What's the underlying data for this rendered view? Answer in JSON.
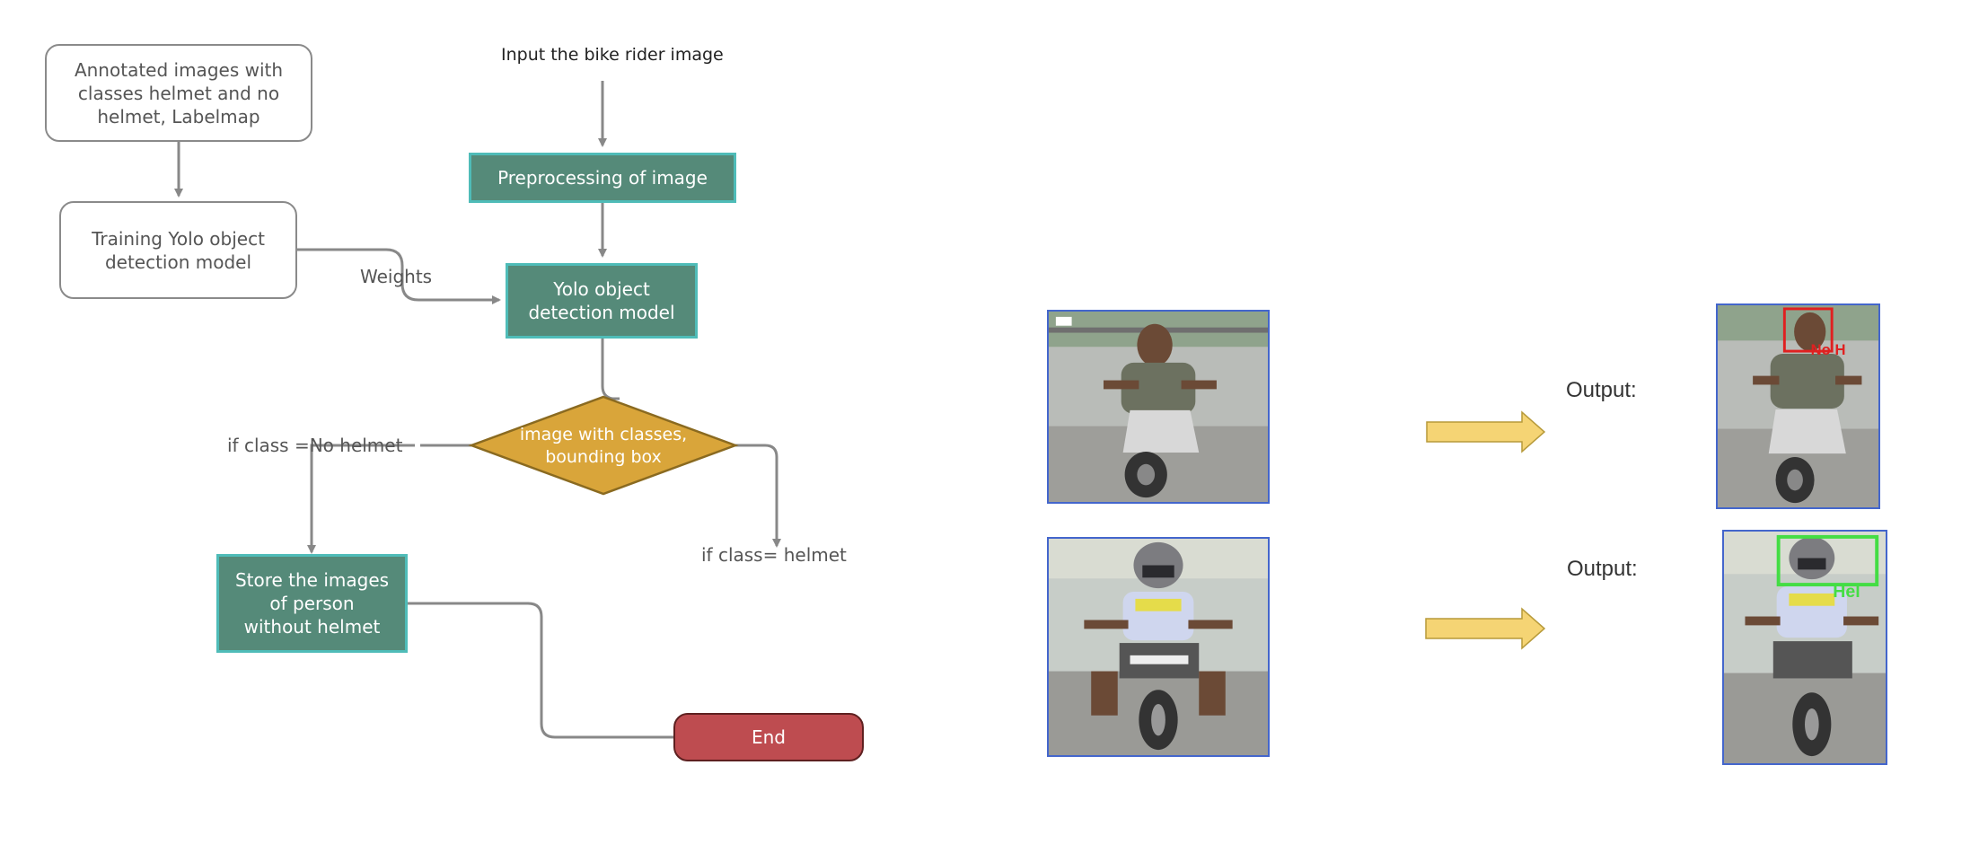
{
  "flowchart": {
    "input_label": "Input the bike rider image",
    "annotated_box": [
      "Annotated images with",
      "classes helmet and no",
      "helmet, Labelmap"
    ],
    "training_box": [
      "Training Yolo object",
      "detection model"
    ],
    "weights_label": "Weights",
    "preprocessing_box": "Preprocessing of image",
    "yolo_box": [
      "Yolo object",
      "detection model"
    ],
    "decision": [
      "image with classes,",
      "bounding box"
    ],
    "no_helmet_condition": "if class =No helmet",
    "helmet_condition": "if class= helmet",
    "store_box": [
      "Store the images",
      "of person",
      "without helmet"
    ],
    "end_box": "End"
  },
  "examples": {
    "output_label_1": "Output:",
    "output_label_2": "Output:",
    "detection_1_text": "No H",
    "detection_2_text": "Hel"
  },
  "colors": {
    "teal_fill": "#558a79",
    "teal_border": "#4fbcb8",
    "decision_fill": "#d9a53a",
    "end_fill": "#be4c50",
    "arrow_gray": "#888888",
    "arrow_yellow": "#f5d474",
    "photo_border": "#4466cc",
    "no_helmet_box": "#e02020",
    "helmet_box": "#44dd44"
  },
  "icons": [
    "rider-without-helmet-photo",
    "rider-with-helmet-photo",
    "right-arrow-icon"
  ]
}
